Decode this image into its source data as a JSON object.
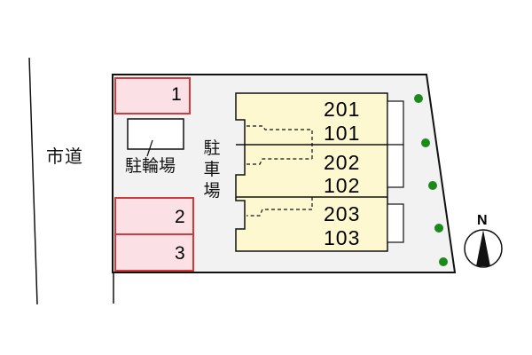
{
  "map": {
    "road_label": "市道",
    "bicycle_parking_label": "駐輪場",
    "parking_label": "駐車場",
    "parking_spaces": [
      {
        "number": "1"
      },
      {
        "number": "2"
      },
      {
        "number": "3"
      }
    ],
    "building_units": [
      {
        "upper": "201",
        "lower": "101"
      },
      {
        "upper": "202",
        "lower": "102"
      },
      {
        "upper": "203",
        "lower": "103"
      }
    ],
    "compass": {
      "label": "N"
    },
    "colors": {
      "lot_fill": "#f2f2f2",
      "parking_fill": "#fbe0e6",
      "parking_border": "#d03a3a",
      "building_fill": "#fdf8cf",
      "tree": "#1b8a1b"
    }
  }
}
